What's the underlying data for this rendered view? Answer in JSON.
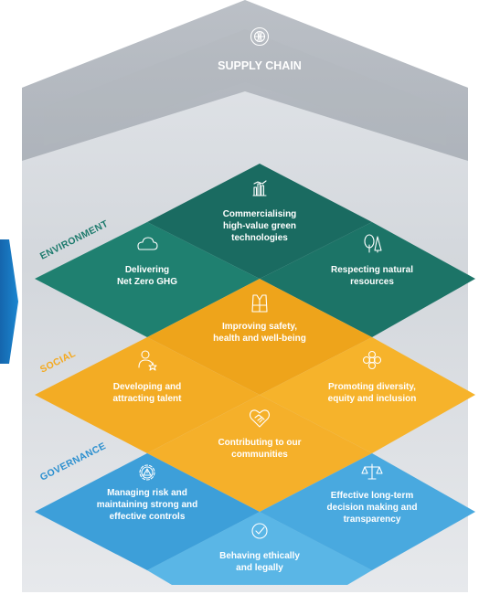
{
  "supply_chain": {
    "title": "SUPPLY CHAIN",
    "icon": "globe-icon"
  },
  "categories": {
    "environment": {
      "label": "ENVIRONMENT",
      "color": "#1c7a6c"
    },
    "social": {
      "label": "SOCIAL",
      "color": "#f4a91f"
    },
    "governance": {
      "label": "GOVERNANCE",
      "color": "#2a8fcf"
    }
  },
  "tiles": {
    "env_top": {
      "l1": "Commercialising",
      "l2": "high-value green",
      "l3": "technologies",
      "icon": "chart-bars-icon"
    },
    "env_left": {
      "l1": "Delivering",
      "l2": "Net Zero GHG",
      "icon": "cloud-icon"
    },
    "env_right": {
      "l1": "Respecting natural",
      "l2": "resources",
      "icon": "trees-icon"
    },
    "soc_top": {
      "l1": "Improving safety,",
      "l2": "health and well-being",
      "icon": "safety-vest-icon"
    },
    "soc_left": {
      "l1": "Developing and",
      "l2": "attracting talent",
      "icon": "person-star-icon"
    },
    "soc_right": {
      "l1": "Promoting diversity,",
      "l2": "equity and inclusion",
      "icon": "flower-icon"
    },
    "soc_bottom": {
      "l1": "Contributing to our",
      "l2": "communities",
      "icon": "heart-handshake-icon"
    },
    "gov_left": {
      "l1": "Managing risk and",
      "l2": "maintaining strong and",
      "l3": "effective controls",
      "icon": "gear-warning-icon"
    },
    "gov_right": {
      "l1": "Effective long-term",
      "l2": "decision making and",
      "l3": "transparency",
      "icon": "scales-icon"
    },
    "gov_bottom": {
      "l1": "Behaving ethically",
      "l2": "and legally",
      "icon": "check-circle-icon"
    }
  },
  "colors": {
    "env_dark": "#1a6b61",
    "env_mid": "#1f8070",
    "soc_dark": "#e9a21a",
    "soc_light": "#f7b42a",
    "gov_mid": "#3a9fd8",
    "gov_light": "#6cc1ec",
    "arrow": "#1b75bc"
  }
}
